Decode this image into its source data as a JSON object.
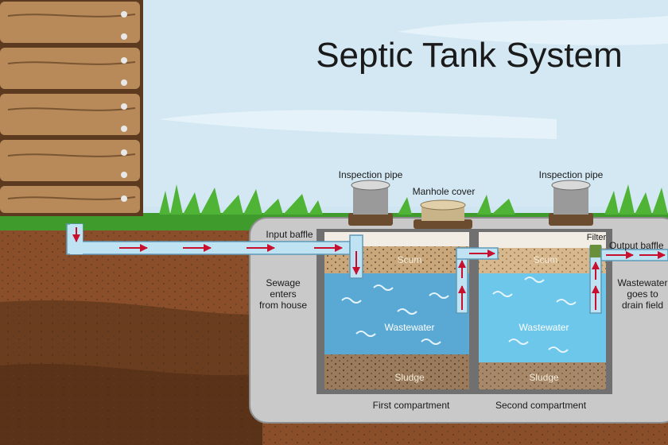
{
  "title": "Septic Tank System",
  "labels": {
    "inspection_pipe_left": "Inspection pipe",
    "inspection_pipe_right": "Inspection pipe",
    "manhole_cover": "Manhole cover",
    "input_baffle": "Input baffle",
    "filter": "Filter",
    "output_baffle": "Output baffle",
    "sewage_line1": "Sewage",
    "sewage_line2": "enters",
    "sewage_line3": "from house",
    "wastewater_out_line1": "Wastewater",
    "wastewater_out_line2": "goes to",
    "wastewater_out_line3": "drain field",
    "scum_left": "Scum",
    "scum_right": "Scum",
    "wastewater_left": "Wastewater",
    "wastewater_right": "Wastewater",
    "sludge_left": "Sludge",
    "sludge_right": "Sludge",
    "first_compartment": "First compartment",
    "second_compartment": "Second compartment"
  },
  "colors": {
    "sky": "#d3e8f3",
    "grass": "#3f9b2b",
    "soil_top": "#8a4f2a",
    "soil_deep": "#6b3d1f",
    "tank_concrete": "#c9c9c9",
    "water_left": "#5aa9d4",
    "water_right": "#6cc7ea",
    "scum": "#c9a77a",
    "sludge": "#9a7c5c",
    "flow_arrow": "#c8102e",
    "pipe": "#bfe3f2"
  }
}
